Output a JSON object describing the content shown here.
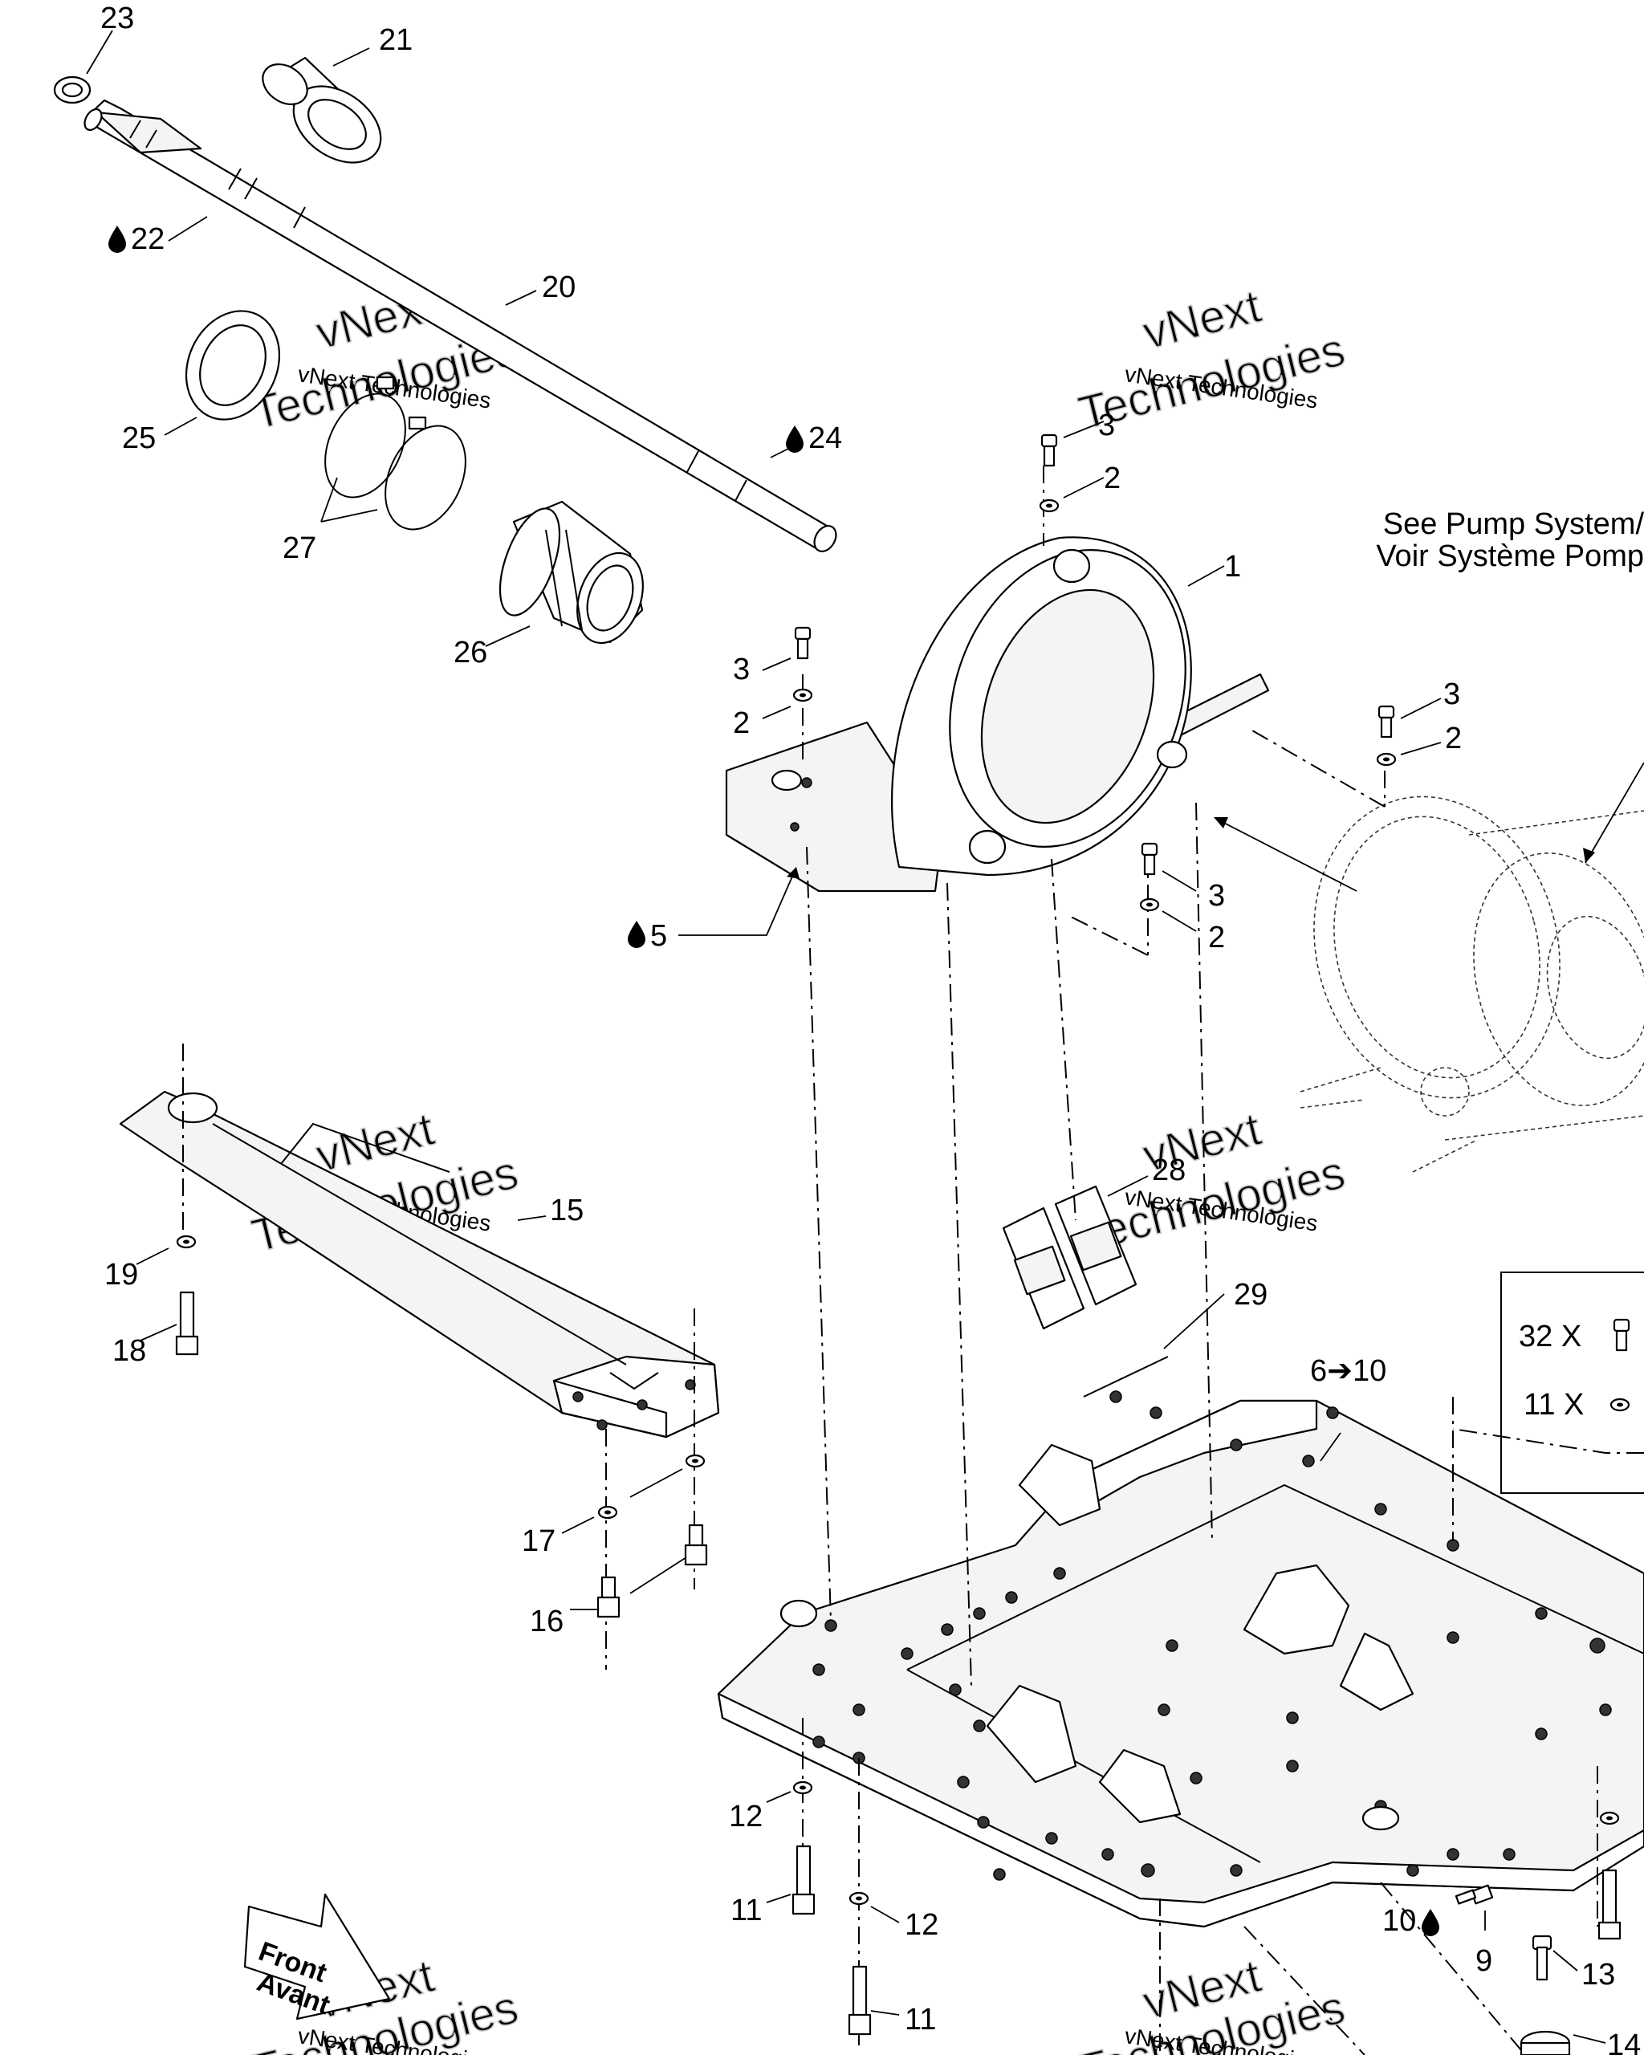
{
  "labels": {
    "p1": "1",
    "p2a": "2",
    "p2b": "2",
    "p2c": "2",
    "p2d": "2",
    "p3a": "3",
    "p3b": "3",
    "p3c": "3",
    "p3d": "3",
    "p5": "5",
    "p6to10": "6➔10",
    "p9": "9",
    "p10": "10",
    "p11a": "11",
    "p11b": "11",
    "p12a": "12",
    "p12b": "12",
    "p13": "13",
    "p14": "14",
    "p15": "15",
    "p16": "16",
    "p17": "17",
    "p18": "18",
    "p19": "19",
    "p20": "20",
    "p21": "21",
    "p22": "22",
    "p23": "23",
    "p24": "24",
    "p25": "25",
    "p26": "26",
    "p27": "27",
    "p28": "28",
    "p29": "29"
  },
  "reference": {
    "line_en": "See Pump System/",
    "line_fr": "Voir Système Pomp"
  },
  "kit_box": {
    "row1": "32 X",
    "row2": "11 X"
  },
  "front_arrow": {
    "en": "Front",
    "fr": "Avant"
  },
  "watermark": {
    "small": "vNext Technologies",
    "large_top": "vNext",
    "large_bottom": "Technologies"
  },
  "icons": {
    "lubricant": "oil-drop-icon",
    "direction": "front-direction-arrow"
  }
}
